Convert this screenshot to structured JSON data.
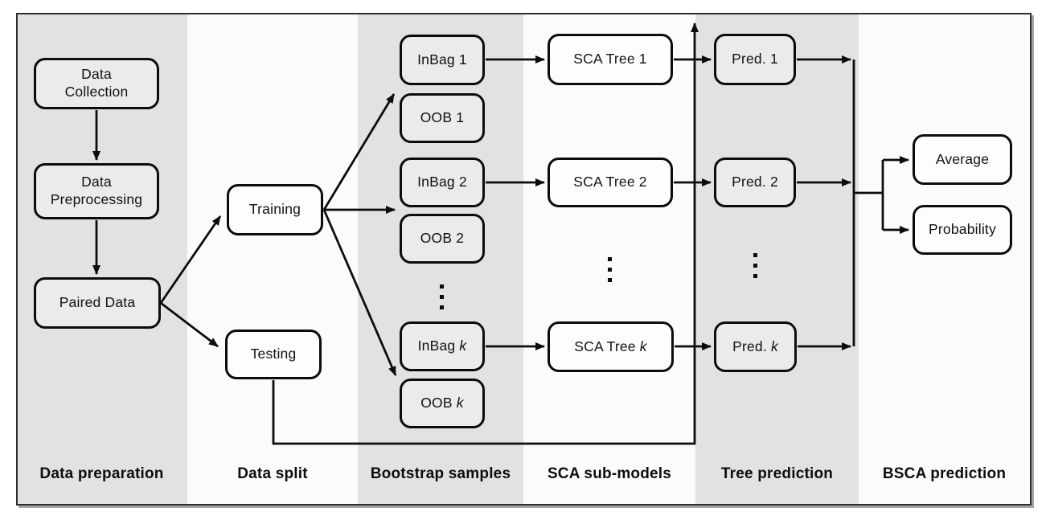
{
  "colors": {
    "band_gray": "#e2e2e2",
    "band_light": "#fbfbfb",
    "node_fill_gray": "#ebebeb",
    "node_fill_white": "#fdfdfd",
    "line_color": "#0c0c0c",
    "frame_border": "#2e2e2e"
  },
  "columns": [
    {
      "label": "Data preparation"
    },
    {
      "label": "Data split"
    },
    {
      "label": "Bootstrap samples"
    },
    {
      "label": "SCA sub-models"
    },
    {
      "label": "Tree prediction"
    },
    {
      "label": "BSCA prediction"
    }
  ],
  "nodes": {
    "data_collection": {
      "lines": [
        "Data",
        "Collection"
      ]
    },
    "data_preprocessing": {
      "lines": [
        "Data",
        "Preprocessing"
      ]
    },
    "paired_data": {
      "text": "Paired Data"
    },
    "training": {
      "text": "Training"
    },
    "testing": {
      "text": "Testing"
    },
    "inbag_1": {
      "text": "InBag 1"
    },
    "oob_1": {
      "text": "OOB 1"
    },
    "inbag_2": {
      "text": "InBag 2"
    },
    "oob_2": {
      "text": "OOB 2"
    },
    "inbag_k": {
      "prefix": "InBag ",
      "italic": "k"
    },
    "oob_k": {
      "prefix": "OOB ",
      "italic": "k"
    },
    "sca_tree_1": {
      "text": "SCA Tree 1"
    },
    "sca_tree_2": {
      "text": "SCA Tree 2"
    },
    "sca_tree_k": {
      "prefix": "SCA Tree ",
      "italic": "k"
    },
    "pred_1": {
      "text": "Pred. 1"
    },
    "pred_2": {
      "text": "Pred. 2"
    },
    "pred_k": {
      "prefix": "Pred. ",
      "italic": "k"
    },
    "average": {
      "text": "Average"
    },
    "probability": {
      "text": "Probability"
    }
  }
}
